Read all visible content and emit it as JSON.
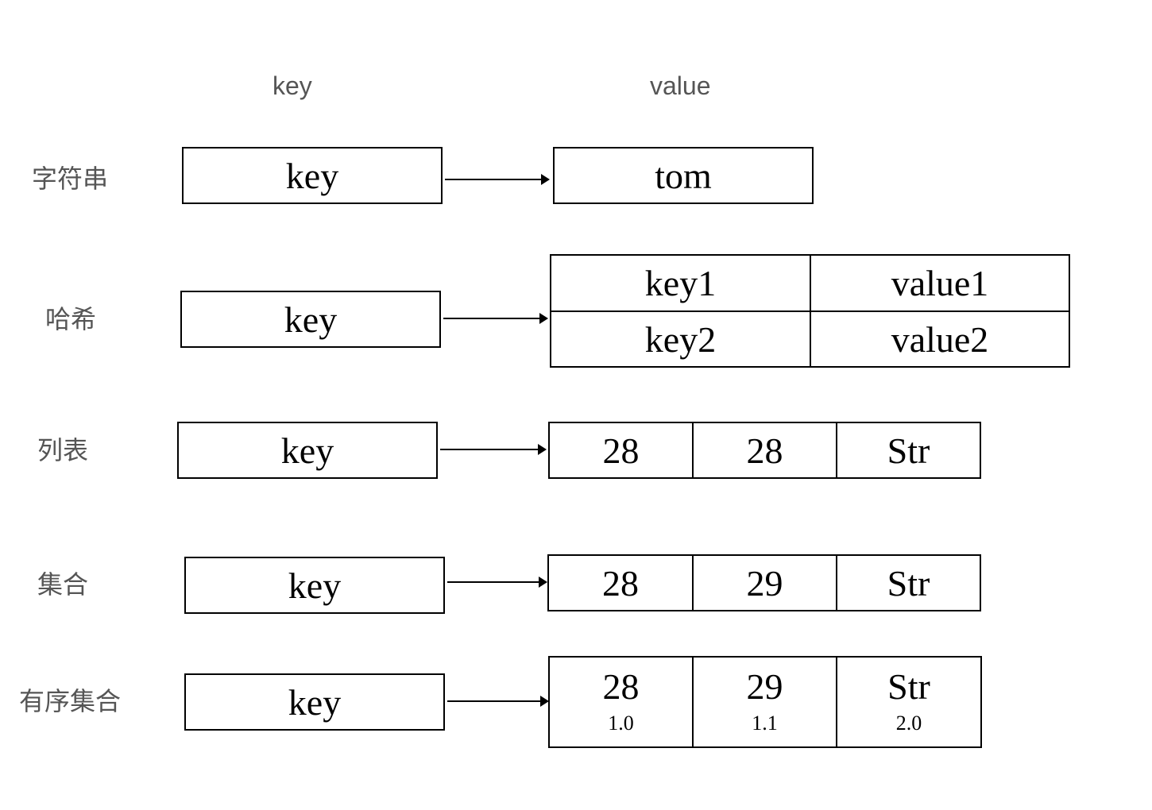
{
  "headers": {
    "key": "key",
    "value": "value"
  },
  "rows": {
    "string": {
      "label": "字符串",
      "key": "key",
      "value": "tom"
    },
    "hash": {
      "label": "哈希",
      "key": "key",
      "fields": [
        {
          "field": "key1",
          "value": "value1"
        },
        {
          "field": "key2",
          "value": "value2"
        }
      ]
    },
    "list": {
      "label": "列表",
      "key": "key",
      "items": [
        "28",
        "28",
        "Str"
      ]
    },
    "set": {
      "label": "集合",
      "key": "key",
      "items": [
        "28",
        "29",
        "Str"
      ]
    },
    "zset": {
      "label": "有序集合",
      "key": "key",
      "items": [
        {
          "member": "28",
          "score": "1.0"
        },
        {
          "member": "29",
          "score": "1.1"
        },
        {
          "member": "Str",
          "score": "2.0"
        }
      ]
    }
  }
}
